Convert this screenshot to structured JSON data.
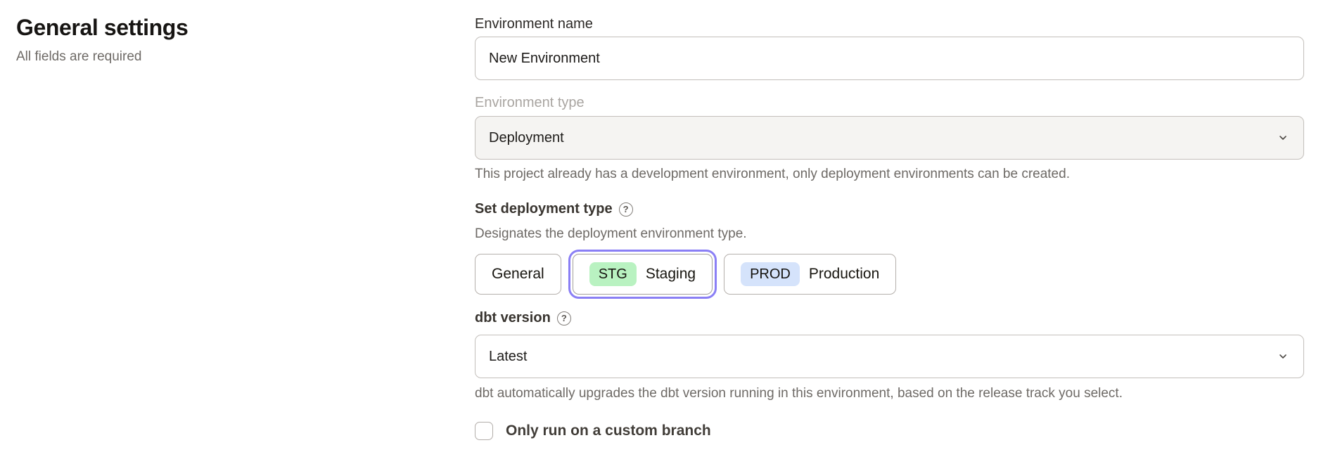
{
  "intro": {
    "title": "General settings",
    "subtitle": "All fields are required"
  },
  "form": {
    "environment_name": {
      "label": "Environment name",
      "value": "New Environment"
    },
    "environment_type": {
      "label": "Environment type",
      "value": "Deployment",
      "helper": "This project already has a development environment, only deployment environments can be created."
    },
    "deployment_type": {
      "label": "Set deployment type",
      "helper": "Designates the deployment environment type.",
      "options": [
        {
          "label": "General",
          "badge": "",
          "selected": false
        },
        {
          "label": "Staging",
          "badge": "STG",
          "selected": true
        },
        {
          "label": "Production",
          "badge": "PROD",
          "selected": false
        }
      ]
    },
    "dbt_version": {
      "label": "dbt version",
      "value": "Latest",
      "helper": "dbt automatically upgrades the dbt version running in this environment, based on the release track you select."
    },
    "custom_branch": {
      "label": "Only run on a custom branch",
      "checked": false
    }
  },
  "icons": {
    "help": "?"
  },
  "colors": {
    "selected_ring": "#8a7ff5",
    "badge_staging": "#b9f2c1",
    "badge_production": "#d5e3fb",
    "disabled_select_bg": "#f5f4f2"
  }
}
